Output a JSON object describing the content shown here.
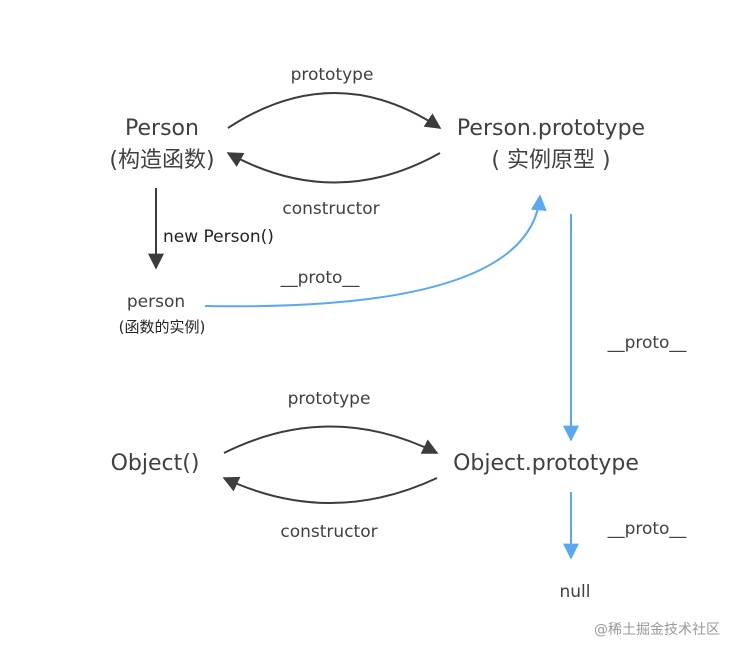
{
  "nodes": {
    "person": "Person",
    "person_sub": "(构造函数)",
    "person_prototype": "Person.prototype",
    "person_prototype_sub": "( 实例原型 )",
    "instance": "person",
    "instance_sub": "(函数的实例)",
    "object": "Object()",
    "object_prototype": "Object.prototype",
    "null": "null"
  },
  "edges": {
    "person_to_prototype": "prototype",
    "prototype_to_person": "constructor",
    "new_person": "new Person()",
    "instance_proto": "__proto__",
    "person_prototype_proto": "__proto__",
    "object_to_prototype": "prototype",
    "object_prototype_to_object": "constructor",
    "object_prototype_proto": "__proto__"
  },
  "colors": {
    "dark_arrow": "#3c3c3c",
    "blue_arrow": "#5aa9f0",
    "text": "#404040"
  },
  "watermark": "@稀土掘金技术社区"
}
